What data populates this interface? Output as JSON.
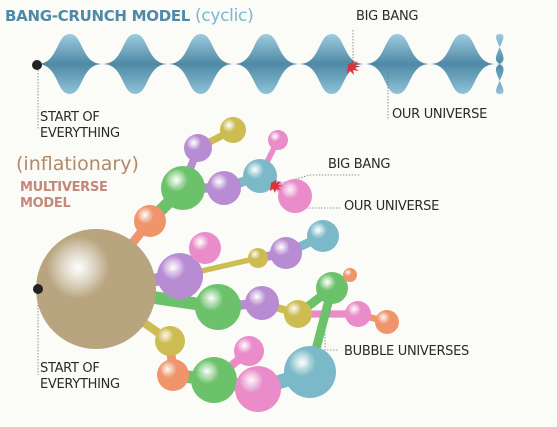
{
  "cyclic_model": {
    "title": "BANG-CRUNCH MODEL",
    "subtitle": "(cyclic)",
    "start_label": [
      "START OF",
      "EVERYTHING"
    ],
    "big_bang_label": "BIG BANG",
    "our_universe_label": "OUR UNIVERSE",
    "color": "#4f89a5"
  },
  "multiverse_model": {
    "qualifier": "(inflationary)",
    "title": [
      "MULTIVERSE",
      "MODEL"
    ],
    "big_bang_label": "BIG BANG",
    "our_universe_label": "OUR UNIVERSE",
    "bubble_label": "BUBBLE UNIVERSES",
    "start_label": [
      "START OF",
      "EVERYTHING"
    ],
    "colors": {
      "root": "#b8a57f",
      "orange": "#f0946b",
      "green": "#6cc26a",
      "purple": "#b78cd3",
      "teal": "#7cb9c8",
      "pink": "#e98cc9",
      "yellow": "#cdbc52",
      "peach": "#f2a06a"
    }
  }
}
